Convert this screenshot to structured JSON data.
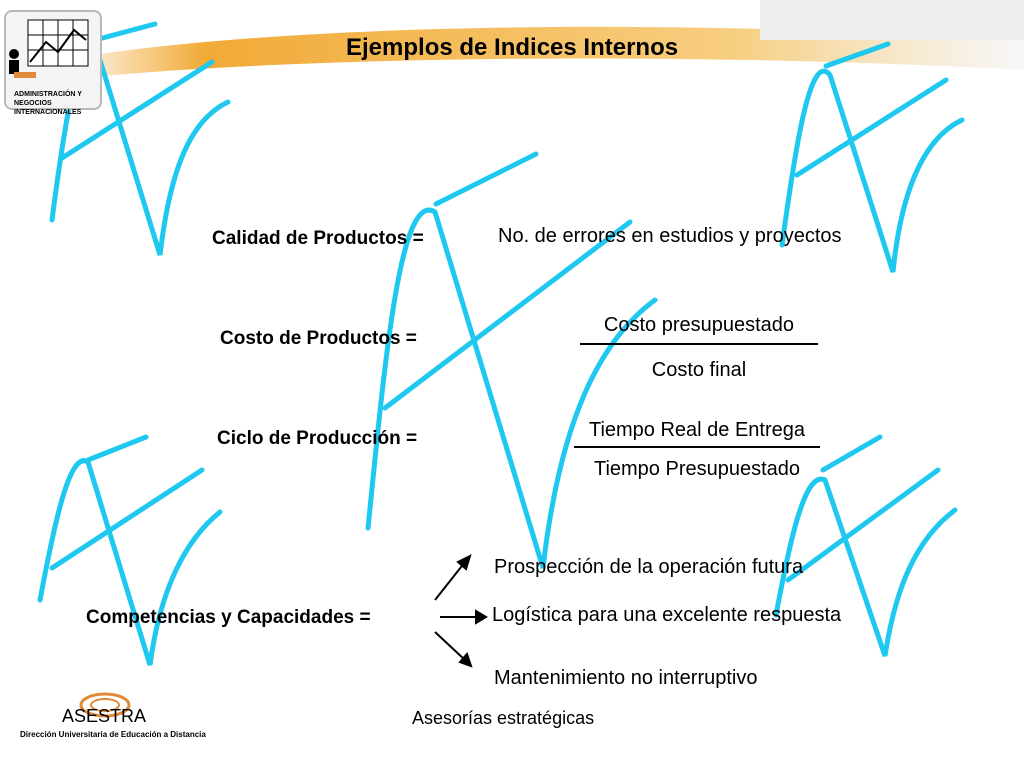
{
  "title": "Ejemplos de Indices Internos",
  "logo": {
    "caption_line1": "ADMINISTRACIÓN Y",
    "caption_line2": "NEGOCIOS INTERNACIONALES"
  },
  "rows": {
    "calidad": {
      "label": "Calidad de Productos  =",
      "definition": "No. de errores en estudios y proyectos"
    },
    "costo": {
      "label": "Costo de Productos  =",
      "numerator": "Costo presupuestado",
      "denominator": "Costo final"
    },
    "ciclo": {
      "label": "Ciclo de Producción  =",
      "numerator": "Tiempo Real de Entrega",
      "denominator": "Tiempo Presupuestado"
    },
    "competencias": {
      "label": "Competencias y Capacidades  =",
      "items": [
        "Prospección de la operación futura",
        "Logística para una excelente respuesta",
        "Mantenimiento no interruptivo"
      ]
    }
  },
  "footer": {
    "brand": "ASESTRA",
    "tagline": "Asesorías estratégicas",
    "institution": "Dirección Universitaria de Educación a Distancia"
  },
  "colors": {
    "accent": "#1ec8ef",
    "banner": "#f0a020"
  }
}
